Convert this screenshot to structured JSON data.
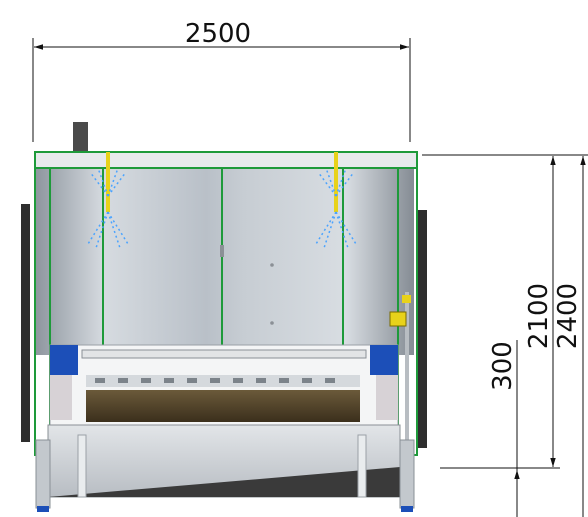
{
  "drawing": {
    "dimensions": {
      "overall_width": "2500",
      "frame_height": "2100",
      "overall_height": "2400",
      "base_height": "300"
    }
  },
  "colors": {
    "frame_green": "#1e9a3a",
    "nozzle_yellow": "#e8d21a",
    "spray_blue": "#4aa3ff",
    "side_blue": "#1c4fb8",
    "housing_gray": "#c9cfd6",
    "dark_panel": "#3a3a3a"
  }
}
